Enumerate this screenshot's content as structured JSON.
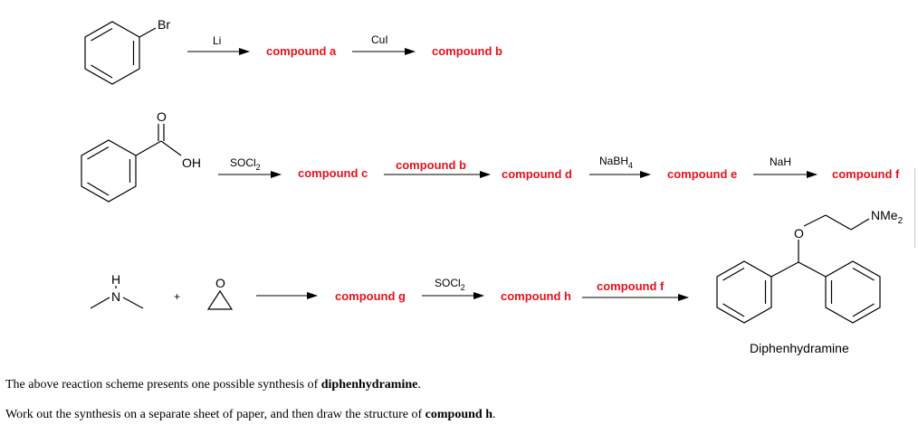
{
  "scheme": {
    "row1": {
      "substituent": "Br",
      "reagent_1": "Li",
      "compound_1": "compound a",
      "reagent_2": "CuI",
      "compound_2": "compound b"
    },
    "row2": {
      "carbonyl_o": "O",
      "hydroxyl": "OH",
      "reagent_1": "SOCl",
      "reagent_1_sub": "2",
      "compound_1": "compound c",
      "reagent_2": "compound b",
      "compound_2": "compound d",
      "reagent_3": "NaBH",
      "reagent_3_sub": "4",
      "compound_3": "compound e",
      "reagent_4": "NaH",
      "compound_4": "compound f"
    },
    "row3": {
      "amine_h": "H",
      "amine_n": "N",
      "plus": "+",
      "epoxide_o": "O",
      "compound_1": "compound g",
      "reagent_2": "SOCl",
      "reagent_2_sub": "2",
      "compound_2": "compound h",
      "reagent_3": "compound f",
      "product_o": "O",
      "product_nme": "NMe",
      "product_nme_sub": "2",
      "product_name": "Diphenhydramine"
    }
  },
  "text": {
    "line1_pre": "The above reaction scheme presents one possible synthesis of ",
    "line1_bold": "diphenhydramine",
    "line1_post": ".",
    "line2_pre": "Work out the synthesis on a separate sheet of paper, and then draw the structure of ",
    "line2_bold": "compound h",
    "line2_post": "."
  }
}
